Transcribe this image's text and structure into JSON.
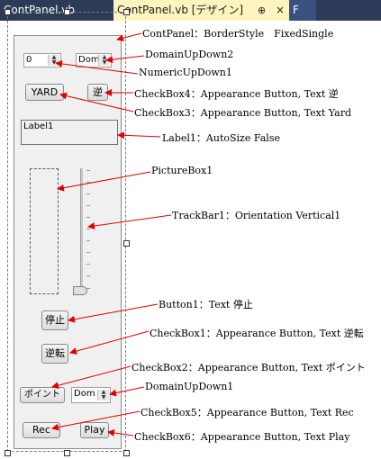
{
  "tabs": [
    {
      "label": "ContPanel.vb"
    },
    {
      "label": "ContPanel.vb [デザイン]",
      "pin": "⊕",
      "close": "×"
    },
    {
      "label": "F"
    }
  ],
  "controls": {
    "numeric_value": "0",
    "domain2_value": "Dom",
    "yard_button": "YARD",
    "reverse_button": "逆",
    "label1_text": "Label1",
    "stop_button": "停止",
    "reverse_rotation_button": "逆転",
    "point_button": "ポイント",
    "domain1_value": "Dom",
    "rec_button": "Rec",
    "play_button": "Play"
  },
  "annotations": [
    "ContPanel：BorderStyle　FixedSingle",
    "DomainUpDown2",
    "NumericUpDown1",
    "CheckBox4：Appearance Button, Text 逆",
    "CheckBox3：Appearance Button, Text Yard",
    "Label1：AutoSize False",
    "PictureBox1",
    "TrackBar1：Orientation Vertical1",
    "Button1：Text 停止",
    "CheckBox1：Appearance Button, Text 逆転",
    "CheckBox2：Appearance Button, Text ポイント",
    "DomainUpDown1",
    "CheckBox5：Appearance Button, Text Rec",
    "CheckBox6：Appearance Button, Text Play"
  ],
  "colors": {
    "arrow": "#e00000",
    "tabbar": "#2b3b58",
    "active_tab": "#fdf4bf"
  }
}
